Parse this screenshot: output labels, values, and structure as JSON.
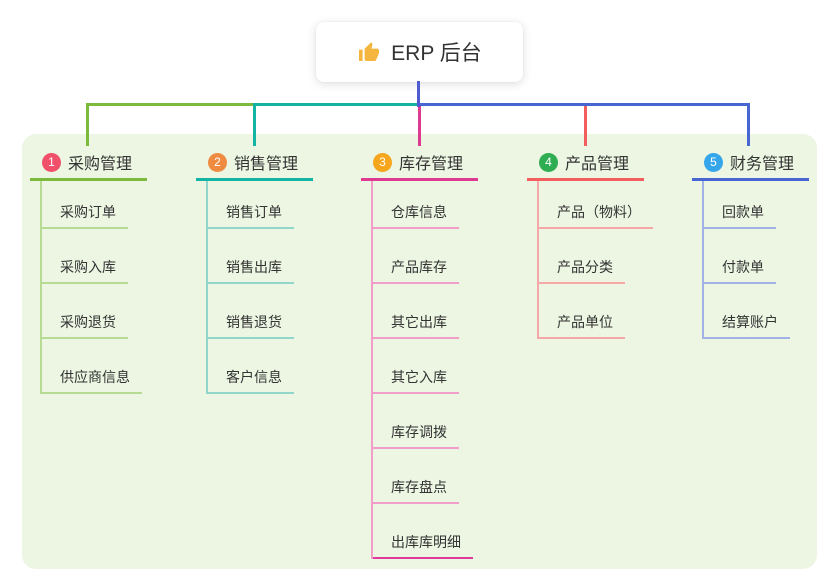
{
  "root": {
    "icon": "thumbs-up-icon",
    "title": "ERP 后台",
    "connector_color": "#4f5bd0",
    "icon_color": "#f4b63f"
  },
  "panel": {
    "background": "#ecf6e3"
  },
  "branches": [
    {
      "number": "1",
      "label": "采购管理",
      "badge_color": "#f0506a",
      "line_color": "#7cba3d",
      "child_line_color": "#b6db92",
      "children": [
        {
          "label": "采购订单"
        },
        {
          "label": "采购入库"
        },
        {
          "label": "采购退货"
        },
        {
          "label": "供应商信息"
        }
      ]
    },
    {
      "number": "2",
      "label": "销售管理",
      "badge_color": "#ef8b41",
      "line_color": "#13b4a4",
      "child_line_color": "#90d6cb",
      "children": [
        {
          "label": "销售订单"
        },
        {
          "label": "销售出库"
        },
        {
          "label": "销售退货"
        },
        {
          "label": "客户信息"
        }
      ]
    },
    {
      "number": "3",
      "label": "库存管理",
      "badge_color": "#f6a61d",
      "line_color": "#de3a92",
      "child_line_color": "#f19fc8",
      "children": [
        {
          "label": "仓库信息"
        },
        {
          "label": "产品库存"
        },
        {
          "label": "其它出库"
        },
        {
          "label": "其它入库"
        },
        {
          "label": "库存调拨"
        },
        {
          "label": "库存盘点"
        },
        {
          "label": "出库库明细",
          "line_color": "#e03a9b"
        }
      ]
    },
    {
      "number": "4",
      "label": "产品管理",
      "badge_color": "#2ead52",
      "line_color": "#f25e5e",
      "child_line_color": "#f6a7a7",
      "children": [
        {
          "label": "产品（物料）"
        },
        {
          "label": "产品分类"
        },
        {
          "label": "产品单位"
        }
      ]
    },
    {
      "number": "5",
      "label": "财务管理",
      "badge_color": "#36a6ea",
      "line_color": "#4766d4",
      "child_line_color": "#a2b2e6",
      "children": [
        {
          "label": "回款单"
        },
        {
          "label": "付款单"
        },
        {
          "label": "结算账户"
        }
      ]
    }
  ]
}
